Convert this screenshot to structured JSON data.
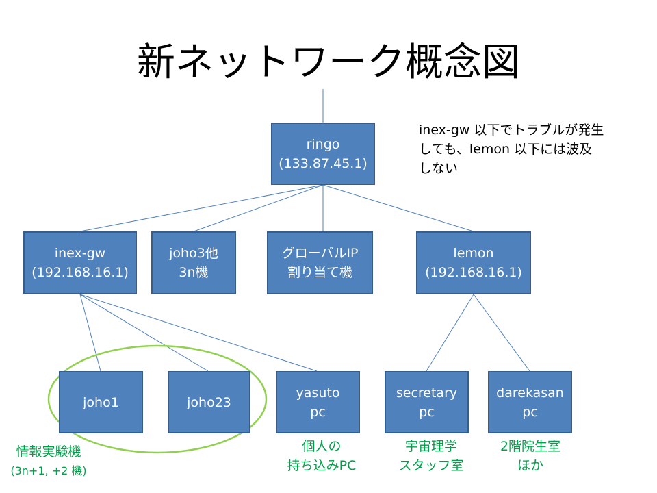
{
  "title": "新ネットワーク概念図",
  "note": [
    "inex-gw 以下でトラブルが発生",
    "しても、lemon 以下には波及",
    "しない"
  ],
  "nodes": {
    "ringo": [
      "ringo",
      "(133.87.45.1)"
    ],
    "inex_gw": [
      "inex-gw",
      "(192.168.16.1)"
    ],
    "joho3": [
      "joho3他",
      "3n機"
    ],
    "global_ip": [
      "グローバルIP",
      "割り当て機"
    ],
    "lemon": [
      "lemon",
      "(192.168.16.1)"
    ],
    "joho1": [
      "joho1"
    ],
    "joho23": [
      "joho23"
    ],
    "yasuto": [
      "yasuto",
      "pc"
    ],
    "secretary": [
      "secretary",
      "pc"
    ],
    "darekasan": [
      "darekasan",
      "pc"
    ]
  },
  "captions": {
    "lab": [
      "情報実験機",
      "(3n+1, +2 機)"
    ],
    "personal": [
      "個人の",
      "持ち込みPC"
    ],
    "staff": [
      "宇宙理学",
      "スタッフ室"
    ],
    "room": [
      "2階院生室",
      "ほか"
    ]
  },
  "colors": {
    "node_fill": "#4f81bd",
    "node_border": "#385d8a",
    "link": "#4f81bd",
    "group_ellipse": "#92d050",
    "caption": "#00a04a"
  }
}
